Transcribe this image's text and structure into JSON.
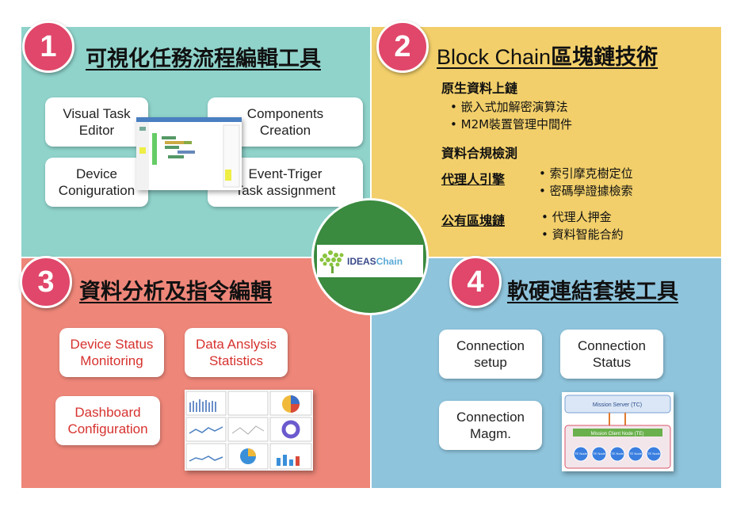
{
  "q1": {
    "number": "1",
    "title": "可視化任務流程編輯工具",
    "cards": [
      "Visual Task\nEditor",
      "Components\nCreation",
      "Device\nConiguration",
      "Event-Triger\nTask assignment"
    ]
  },
  "q2": {
    "number": "2",
    "title_en": "Block Chain",
    "title_zh": "區塊鏈技術",
    "section1": {
      "title": "原生資料上鏈",
      "items": [
        "嵌入式加解密演算法",
        "M2M裝置管理中間件"
      ]
    },
    "section2": {
      "title": "資料合規檢測"
    },
    "section3": {
      "title": "代理人引擎",
      "items": [
        "索引摩克樹定位",
        "密碼學證據檢索"
      ]
    },
    "section4": {
      "title": "公有區塊鏈",
      "items": [
        "代理人押金",
        "資料智能合約"
      ]
    }
  },
  "q3": {
    "number": "3",
    "title": "資料分析及指令編輯",
    "cards": [
      "Device Status\nMonitoring",
      "Data Anslysis\nStatistics",
      "Dashboard\nConfiguration"
    ]
  },
  "q4": {
    "number": "4",
    "title": "軟硬連結套裝工具",
    "cards": [
      "Connection\nsetup",
      "Connection\nStatus",
      "Connection\nMagm."
    ],
    "diagram": {
      "server": "Mission Server (TC)",
      "client": "Mission Client Node (TE)",
      "nodes": [
        "TE\nNode",
        "TE\nNode",
        "TE\nNode",
        "TE\nNode",
        "TE\nNode"
      ]
    }
  },
  "center_logo": {
    "text_a": "IDEAS",
    "text_b": "Chain"
  },
  "colors": {
    "q1": "#8fd3cb",
    "q2": "#f2cf6a",
    "q3": "#ee8679",
    "q4": "#8ec4dc",
    "badge": "#e0476a",
    "center": "#3a8a3f"
  }
}
